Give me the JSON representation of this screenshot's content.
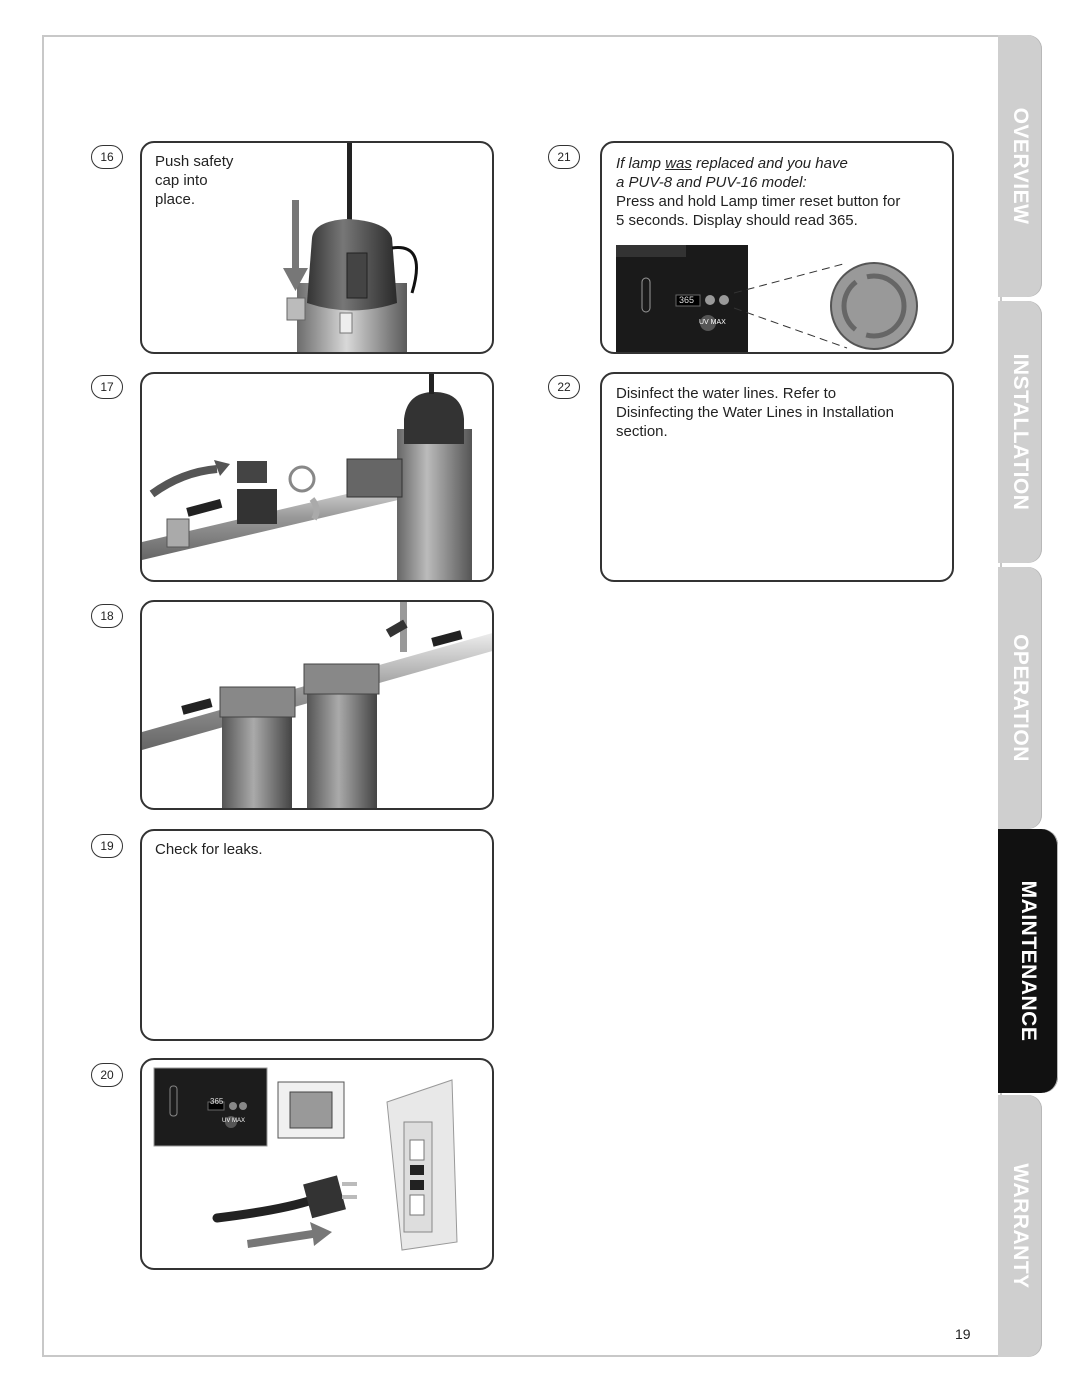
{
  "tabs": [
    {
      "label": "OVERVIEW",
      "active": false
    },
    {
      "label": "INSTALLATION",
      "active": false
    },
    {
      "label": "OPERATION",
      "active": false
    },
    {
      "label": "MAINTENANCE",
      "active": true
    },
    {
      "label": "WARRANTY",
      "active": false
    }
  ],
  "steps": {
    "s16": {
      "number": "16",
      "text_lines": [
        "Push safety",
        "cap into",
        "place."
      ]
    },
    "s17": {
      "number": "17"
    },
    "s18": {
      "number": "18"
    },
    "s19": {
      "number": "19",
      "text": "Check for leaks."
    },
    "s20": {
      "number": "20",
      "display_value": "365",
      "brand": "UV MAX"
    },
    "s21": {
      "number": "21",
      "italic_line1_pre": "If lamp ",
      "italic_line1_underlined": "was",
      "italic_line1_post": " replaced and you have",
      "italic_line2": "a PUV-8 and PUV-16 model:",
      "line3": "Press and hold Lamp timer reset button for",
      "line4": "5 seconds. Display should read 365.",
      "display_value": "365",
      "brand": "UV MAX"
    },
    "s22": {
      "number": "22",
      "lines": [
        "Disinfect the water lines. Refer to",
        "Disinfecting the Water Lines in Installation",
        "section."
      ]
    }
  },
  "page_number": "19"
}
